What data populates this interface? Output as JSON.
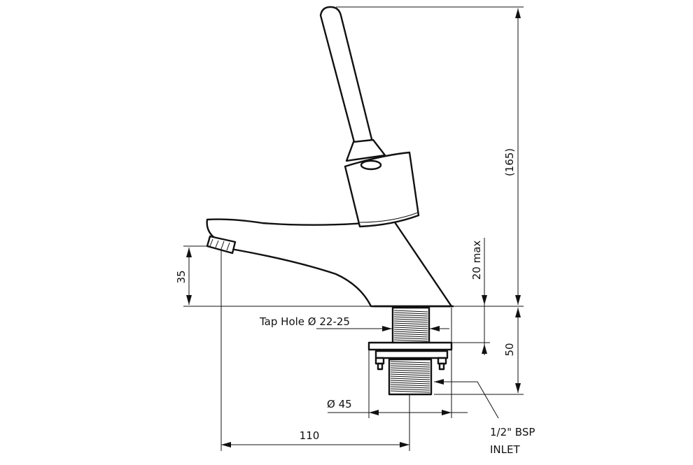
{
  "dimensions": {
    "overall_height": "(165)",
    "clamp_max": "20 max",
    "spout_height": "35",
    "tap_hole": "Tap Hole Ø 22-25",
    "tail_length": "50",
    "flange_diameter": "Ø 45",
    "reach": "110",
    "inlet_line1": "1/2\" BSP",
    "inlet_line2": "INLET"
  },
  "colors": {
    "line": "#111111",
    "background": "#ffffff"
  }
}
